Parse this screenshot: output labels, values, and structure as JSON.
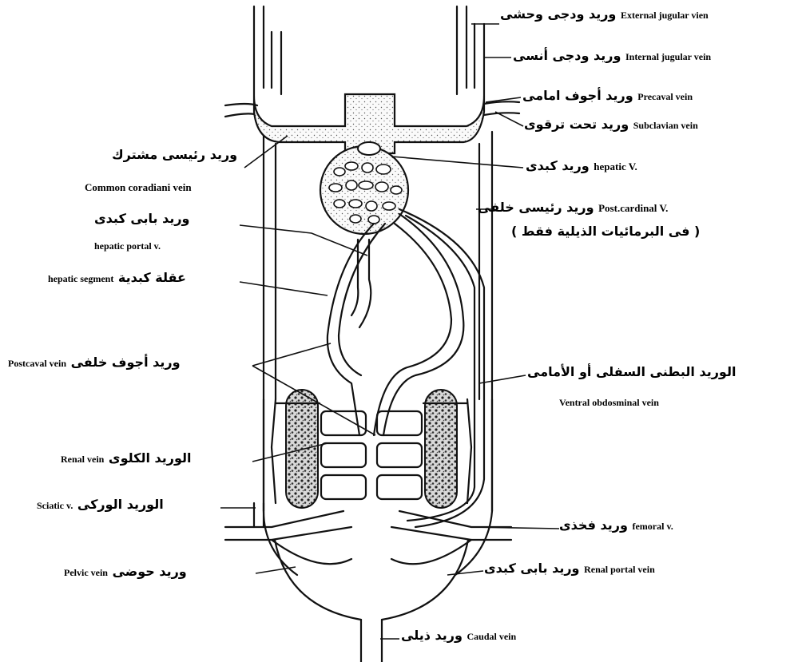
{
  "labels": {
    "external_jugular": {
      "ar": "وريد ودجى وحشى",
      "en": "External jugular vien"
    },
    "internal_jugular": {
      "ar": "وريد ودجى أنسى",
      "en": "Internal jugular vein"
    },
    "precaval": {
      "ar": "وريد أجوف امامى",
      "en": "Precaval vein"
    },
    "subclavian": {
      "ar": "وريد تحت ترقوى",
      "en": "Subclavian vein"
    },
    "hepatic": {
      "ar": "وريد كبدى",
      "en": "hepatic V."
    },
    "post_cardinal": {
      "ar": "وريد رئيسى خلفى",
      "en": "Post.cardinal V.",
      "note": "( فى البرمائيات الذيلية فقط )"
    },
    "common_cardinal": {
      "ar": "وريد رئيسى مشترك",
      "en": "Common coradiani vein"
    },
    "hepatic_portal": {
      "ar": "وريد بابى كبدى",
      "en": "hepatic portal v."
    },
    "hepatic_segment": {
      "ar": "عقلة كبدية",
      "en": "hepatic segment"
    },
    "postcaval": {
      "ar": "وريد أجوف خلفى",
      "en": "Postcaval vein"
    },
    "ventral_abdominal": {
      "ar": "الوريد البطنى السفلى أو الأمامى",
      "en": "Ventral obdosminal vein"
    },
    "renal": {
      "ar": "الوريد الكلوى",
      "en": "Renal vein"
    },
    "sciatic": {
      "ar": "الوريد الوركى",
      "en": "Sciatic v."
    },
    "femoral": {
      "ar": "وريد فخذى",
      "en": "femoral v."
    },
    "pelvic": {
      "ar": "وريد حوضى",
      "en": "Pelvic vein"
    },
    "renal_portal": {
      "ar": "وريد بابى كبدى",
      "en": "Renal portal vein"
    },
    "caudal": {
      "ar": "وريد ذيلى",
      "en": "Caudal vein"
    }
  }
}
